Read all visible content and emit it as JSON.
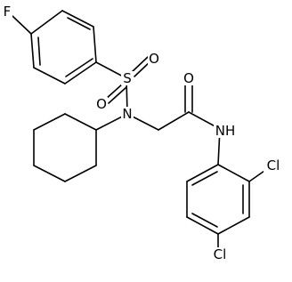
{
  "colors": {
    "background": "#ffffff",
    "bond": "#000000",
    "label": "#000000"
  },
  "atoms": {
    "fluorine": "F",
    "sulfur": "S",
    "oxygen_1": "O",
    "oxygen_2": "O",
    "nitrogen": "N",
    "carbonyl_oxygen": "O",
    "amide_nitrogen": "NH",
    "chlorine_1": "Cl",
    "chlorine_2": "Cl"
  }
}
